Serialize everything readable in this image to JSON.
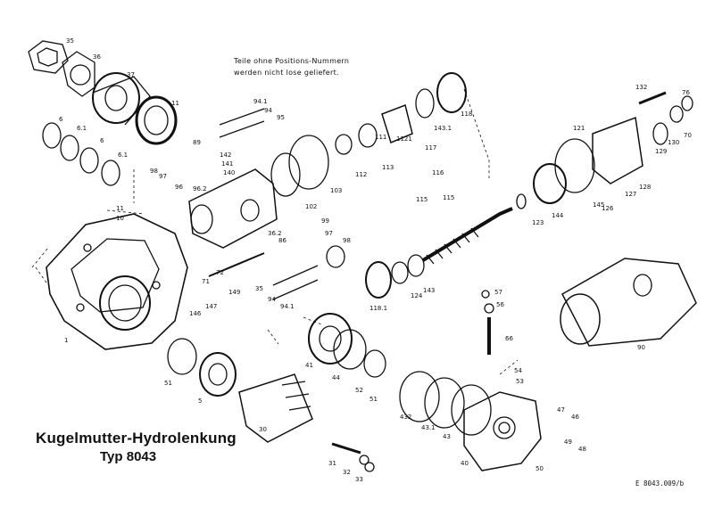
{
  "note": {
    "line1": "Teile ohne Positions-Nummern",
    "line2": "werden nicht lose geliefert."
  },
  "title": "Kugelmutter-Hydrolenkung",
  "subtitle": "Typ 8043",
  "reference": "E 8043.009/b",
  "callouts": [
    "35",
    "36",
    "37",
    "11",
    "6",
    "6.1",
    "6",
    "6.1",
    "11",
    "10",
    "89",
    "97",
    "98",
    "96",
    "142",
    "141",
    "140",
    "96.2",
    "94.1",
    "94",
    "95",
    "103",
    "102",
    "99",
    "36.2",
    "86",
    "97",
    "98",
    "72",
    "71",
    "149",
    "147",
    "146",
    "1",
    "35",
    "94",
    "94.1",
    "41",
    "51",
    "5",
    "44",
    "52",
    "51",
    "30",
    "31",
    "32",
    "33",
    "432",
    "43.1",
    "43",
    "57",
    "56",
    "66",
    "54",
    "53",
    "46",
    "47",
    "48",
    "49",
    "50",
    "40",
    "112",
    "113",
    "111",
    "1121",
    "117",
    "116",
    "115",
    "115",
    "143.1",
    "118",
    "132",
    "76",
    "70",
    "121",
    "130",
    "129",
    "128",
    "127",
    "126",
    "144",
    "145",
    "123",
    "124",
    "143",
    "118.1",
    "90"
  ]
}
